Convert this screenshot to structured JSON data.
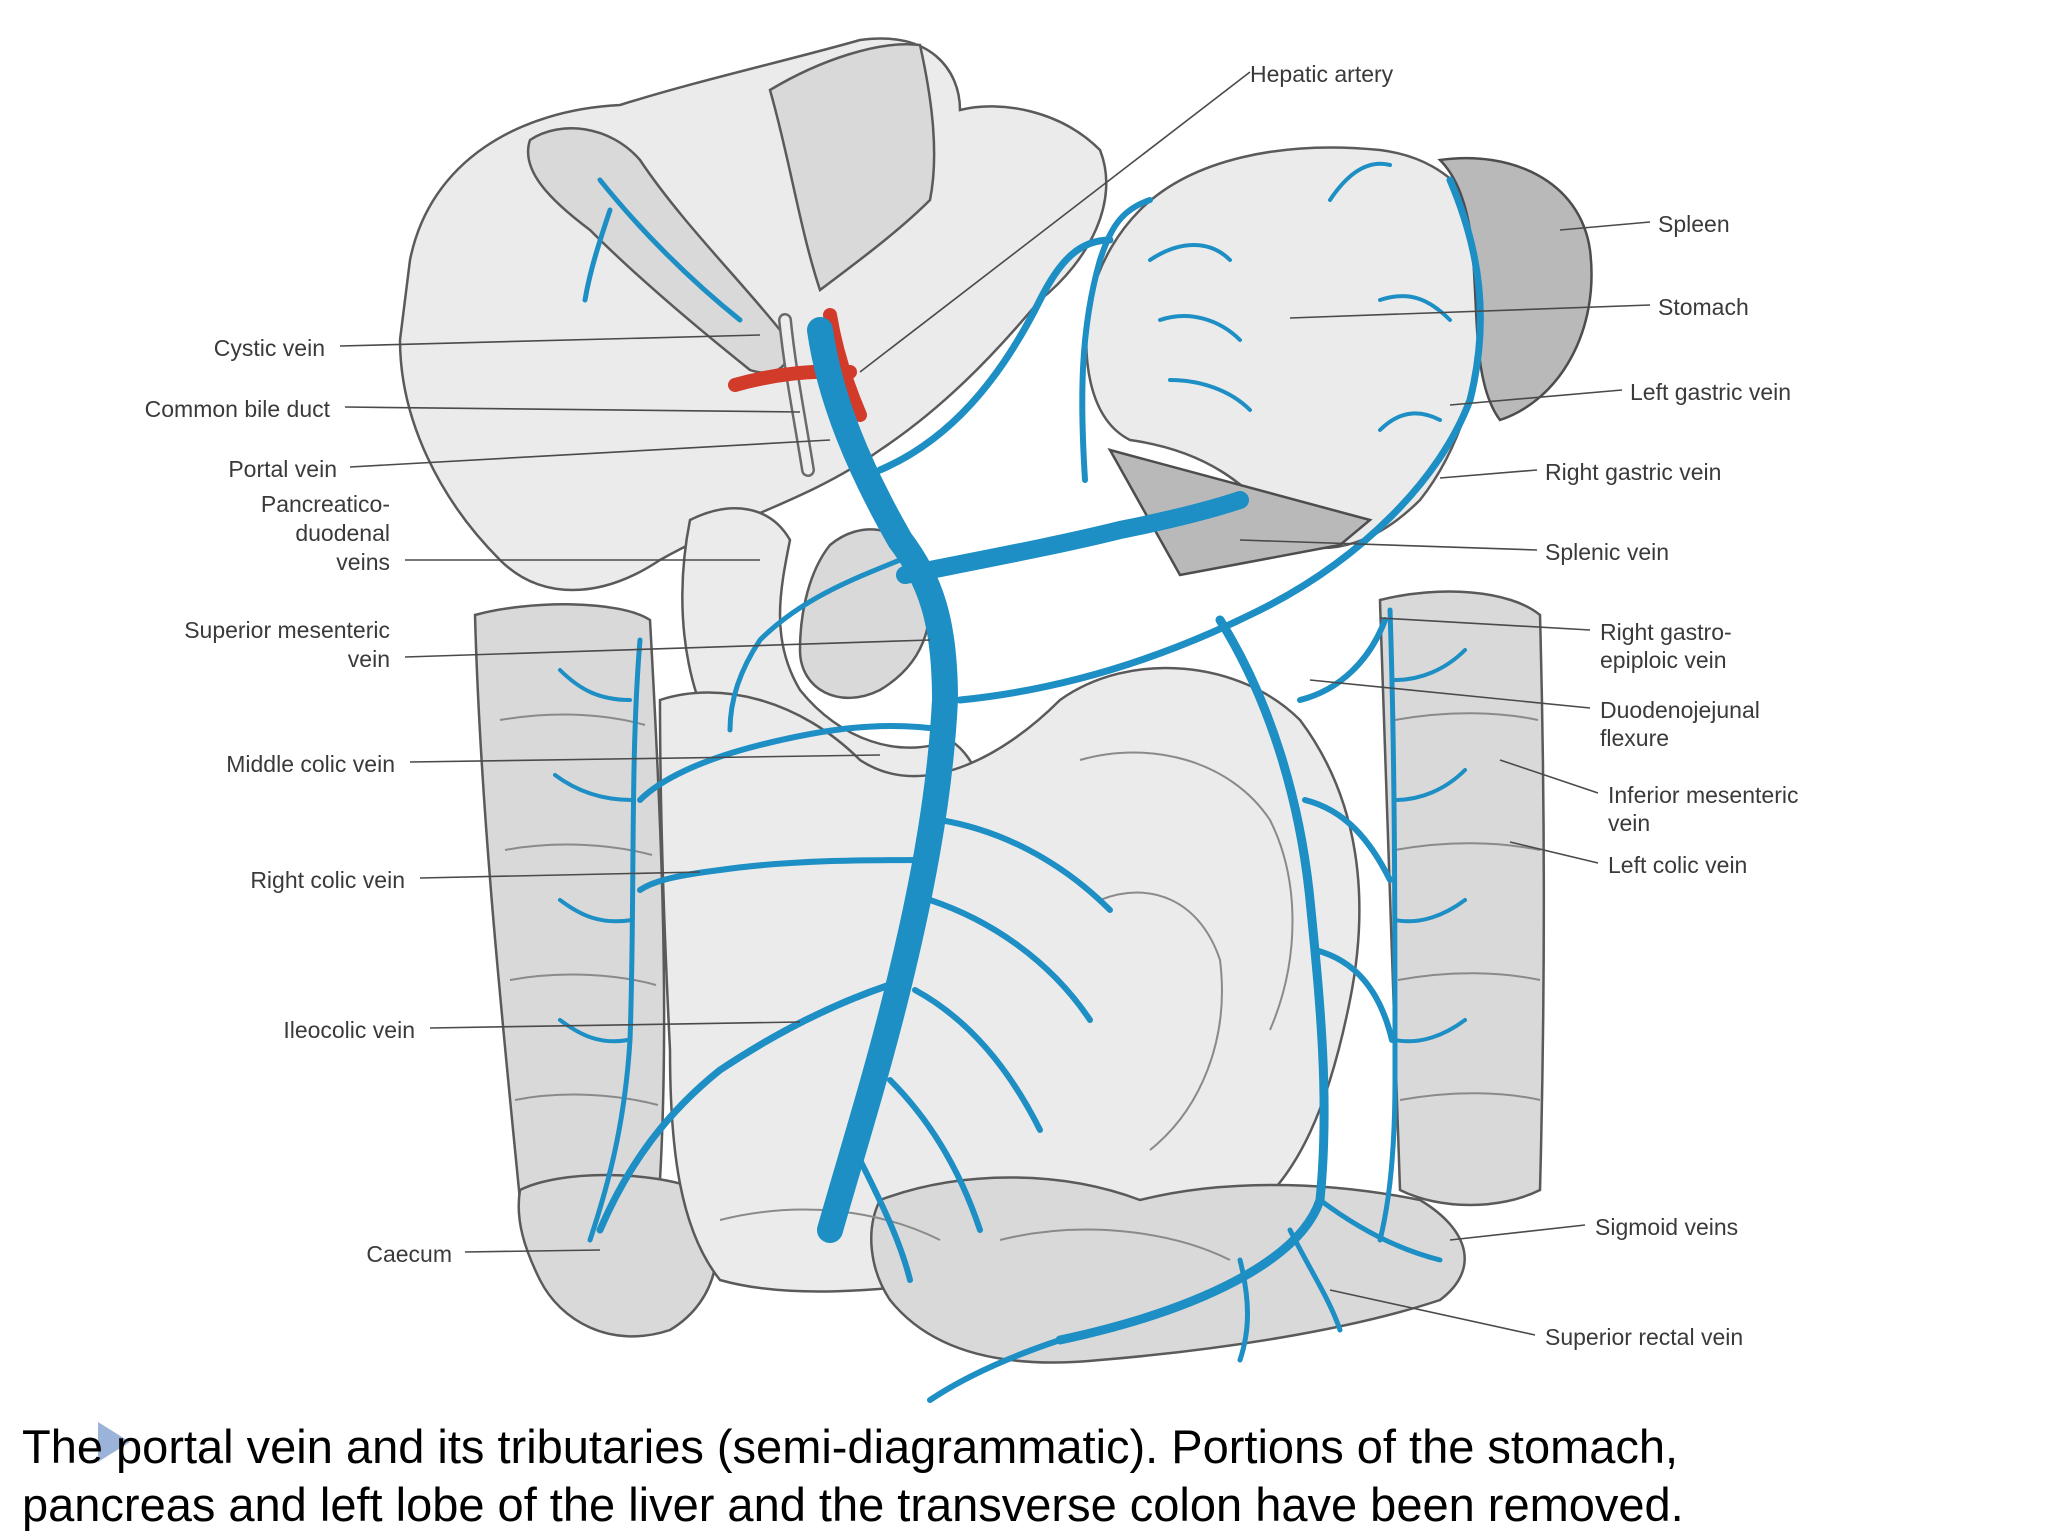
{
  "colors": {
    "vein": "#1d8fc4",
    "vein_dark": "#0f6f9e",
    "artery": "#d23a2a",
    "bile_duct": "#e9e9e9"
  },
  "labels": {
    "hepatic_artery": "Hepatic artery",
    "spleen": "Spleen",
    "stomach": "Stomach",
    "left_gastric_vein": "Left gastric vein",
    "right_gastric_vein": "Right gastric vein",
    "splenic_vein": "Splenic vein",
    "right_gastro_1": "Right gastro-",
    "right_gastro_2": "epiploic vein",
    "duodenojejunal_1": "Duodenojejunal",
    "duodenojejunal_2": "flexure",
    "inferior_mesenteric_1": "Inferior mesenteric",
    "inferior_mesenteric_2": "vein",
    "left_colic_vein": "Left colic vein",
    "sigmoid_veins": "Sigmoid veins",
    "superior_rectal_vein": "Superior rectal vein",
    "cystic_vein": "Cystic vein",
    "common_bile_duct": "Common bile duct",
    "portal_vein": "Portal vein",
    "pancreatico_1": "Pancreatico-",
    "pancreatico_2": "duodenal",
    "pancreatico_3": "veins",
    "superior_mesenteric_1": "Superior mesenteric",
    "superior_mesenteric_2": "vein",
    "middle_colic_vein": "Middle colic vein",
    "right_colic_vein": "Right colic vein",
    "ileocolic_vein": "Ileocolic vein",
    "caecum": "Caecum"
  },
  "caption": {
    "line1": "The portal vein and its tributaries (semi-diagrammatic). Portions of the stomach,",
    "line2": "pancreas and left lobe of the liver and the transverse colon have been removed."
  }
}
